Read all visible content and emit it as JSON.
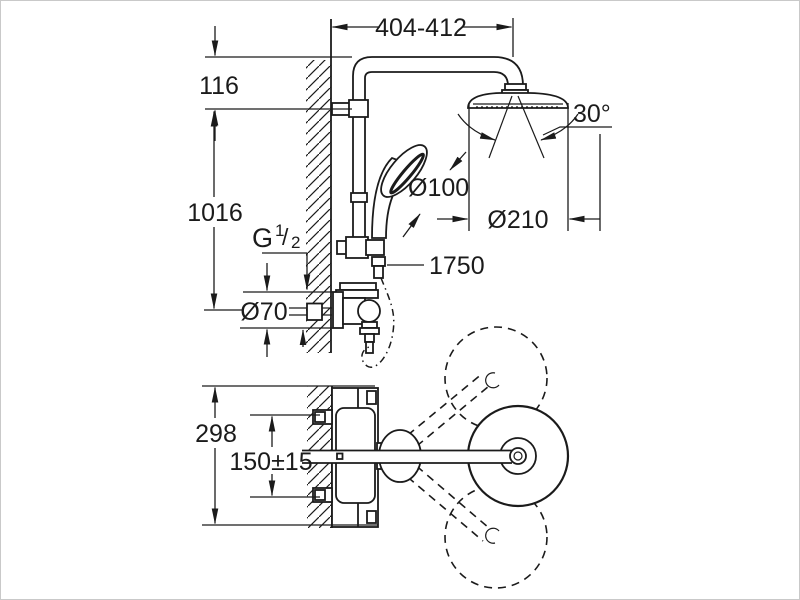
{
  "canvas": {
    "background": "#ffffff",
    "line_color": "#1b1b1b",
    "frame_color": "#c9c9c9"
  },
  "labels": {
    "width_range": "404-412",
    "head_offset": "116",
    "riser_height": "1016",
    "thread": {
      "g": "G",
      "num": "1",
      "slash": "/",
      "den": "2"
    },
    "escutcheon_diameter": "Ø70",
    "hand_shower_diameter": "Ø100",
    "head_shower_diameter": "Ø210",
    "head_swivel_angle": "30°",
    "hose_length": "1750",
    "mixer_height": "298",
    "inlet_spacing": "150±15"
  }
}
